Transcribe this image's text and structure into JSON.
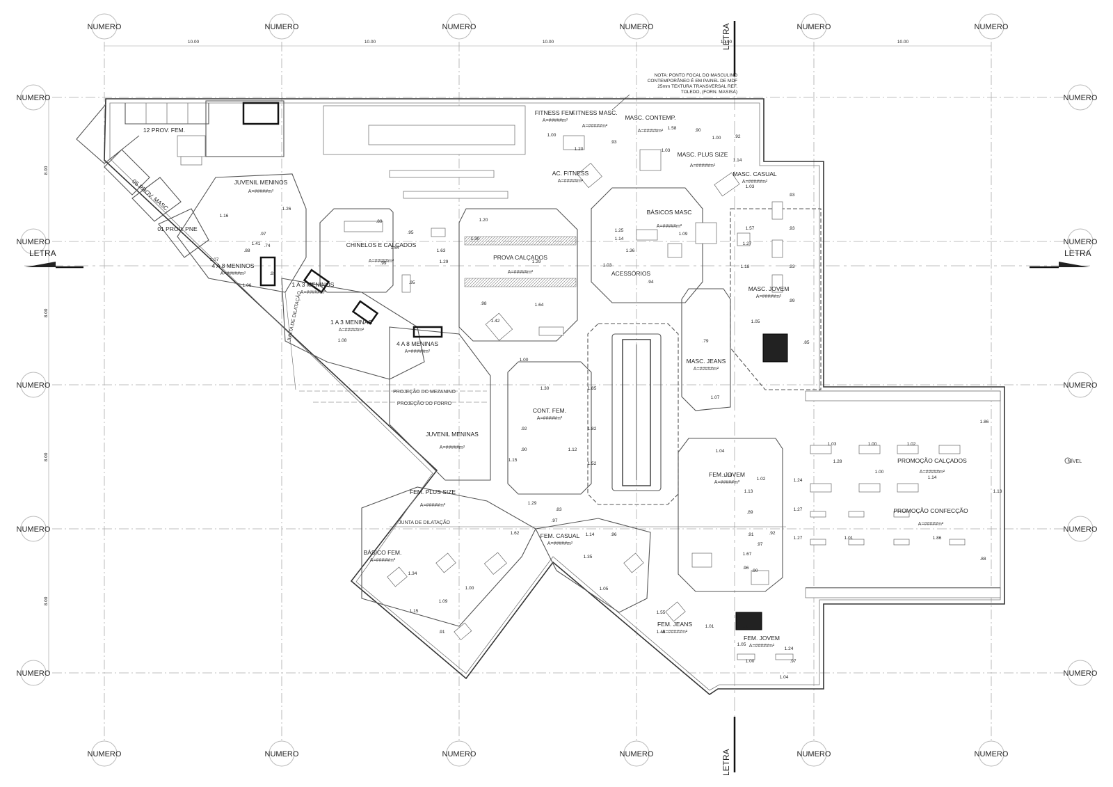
{
  "grid": {
    "column_label": "NUMERO",
    "row_label": "NUMERO",
    "letra_label": "LETRA",
    "column_dimensions": [
      "10.00",
      "10.00",
      "10.00",
      "10.00",
      "10.00"
    ],
    "row_dimensions": [
      "8.00",
      "8.00",
      "8.00",
      "8.00"
    ]
  },
  "note": {
    "lines": [
      "NOTA: PONTO FOCAL DO MASCULINO",
      "CONTEMPORÂNEO É EM PAINEL DE MDF",
      "25mm TEXTURA TRANSVERSAL REF.",
      "TOLEDO, (FORN. MASISA)"
    ]
  },
  "area_placeholder": "A=#####m²",
  "zones": [
    {
      "name": "12 PROV. FEM."
    },
    {
      "name": "05 PROV. MASC."
    },
    {
      "name": "01 PROV. PNE"
    },
    {
      "name": "JUVENIL MENINOS"
    },
    {
      "name": "4 A 8 MENINOS"
    },
    {
      "name": "1 A 3 MENINOS"
    },
    {
      "name": "1 A 3 MENINAS"
    },
    {
      "name": "4 A 8 MENINAS"
    },
    {
      "name": "CHINELOS E CALÇADOS"
    },
    {
      "name": "PROVA CALÇADOS"
    },
    {
      "name": "FITNESS FEM."
    },
    {
      "name": "FITNESS MASC."
    },
    {
      "name": "AC. FITNESS"
    },
    {
      "name": "MASC. CONTEMP."
    },
    {
      "name": "MASC. PLUS SIZE"
    },
    {
      "name": "MASC. CASUAL"
    },
    {
      "name": "BÁSICOS MASC"
    },
    {
      "name": "ACESSÓRIOS"
    },
    {
      "name": "MASC. JOVEM"
    },
    {
      "name": "MASC. JEANS"
    },
    {
      "name": "CONT. FEM."
    },
    {
      "name": "JUVENIL MENINAS"
    },
    {
      "name": "FEM. PLUS SIZE"
    },
    {
      "name": "BÁSICO FEM."
    },
    {
      "name": "FEM. CASUAL"
    },
    {
      "name": "FEM. JEANS"
    },
    {
      "name": "FEM. JOVEM"
    },
    {
      "name": "FEM. JOVEM"
    },
    {
      "name": "PROMOÇÃO CALÇADOS"
    },
    {
      "name": "PROMOÇÃO CONFECÇÃO"
    }
  ],
  "annotations": {
    "projecao_mezanino": "PROJEÇÃO DO MEZANINO",
    "projecao_forro": "PROJEÇÃO DO FORRO",
    "junta_dilatacao": "JUNTA DE DILATAÇÃO",
    "nivel": "NÍVEL"
  },
  "dimensions": [
    "1.16",
    "1.26",
    ".88",
    ".97",
    ".93",
    ".74",
    "1.07",
    "1.41",
    "1.06",
    "1.08",
    ".95",
    ".89",
    "1.67",
    ".99",
    ".95",
    "1.30",
    "1.20",
    "1.63",
    "1.29",
    "1.29",
    ".98",
    "1.64",
    "1.42",
    "1.00",
    "1.30",
    "1.85",
    "1.82",
    "1.52",
    ".92",
    ".90",
    "1.12",
    "1.15",
    "1.29",
    ".83",
    ".97",
    "1.62",
    "1.14",
    ".96",
    "1.35",
    "1.05",
    "1.55",
    "1.48",
    "1.01",
    ".96",
    "1.05",
    "1.24",
    "1.04",
    "1.00",
    ".97",
    "1.00",
    "1.20",
    ".93",
    "1.03",
    "1.58",
    ".90",
    "1.00",
    ".92",
    "1.14",
    "1.03",
    "1.25",
    "1.14",
    "1.09",
    "1.36",
    "1.03",
    ".94",
    ".93",
    "1.57",
    ".93",
    "1.27",
    "1.18",
    ".93",
    "1.05",
    ".99",
    ".79",
    ".85",
    "1.07",
    "1.04",
    "1.18",
    "1.13",
    "1.02",
    ".89",
    ".91",
    ".92",
    ".97",
    "1.67",
    ".90",
    ".96",
    "1.24",
    "1.27",
    "1.27",
    "1.03",
    "1.00",
    "1.02",
    "1.28",
    "1.00",
    "1.14",
    "1.13",
    "1.86",
    "1.01",
    "1.86",
    ".88",
    "1.09",
    "1.00",
    ".91",
    "1.15",
    "1.34"
  ]
}
